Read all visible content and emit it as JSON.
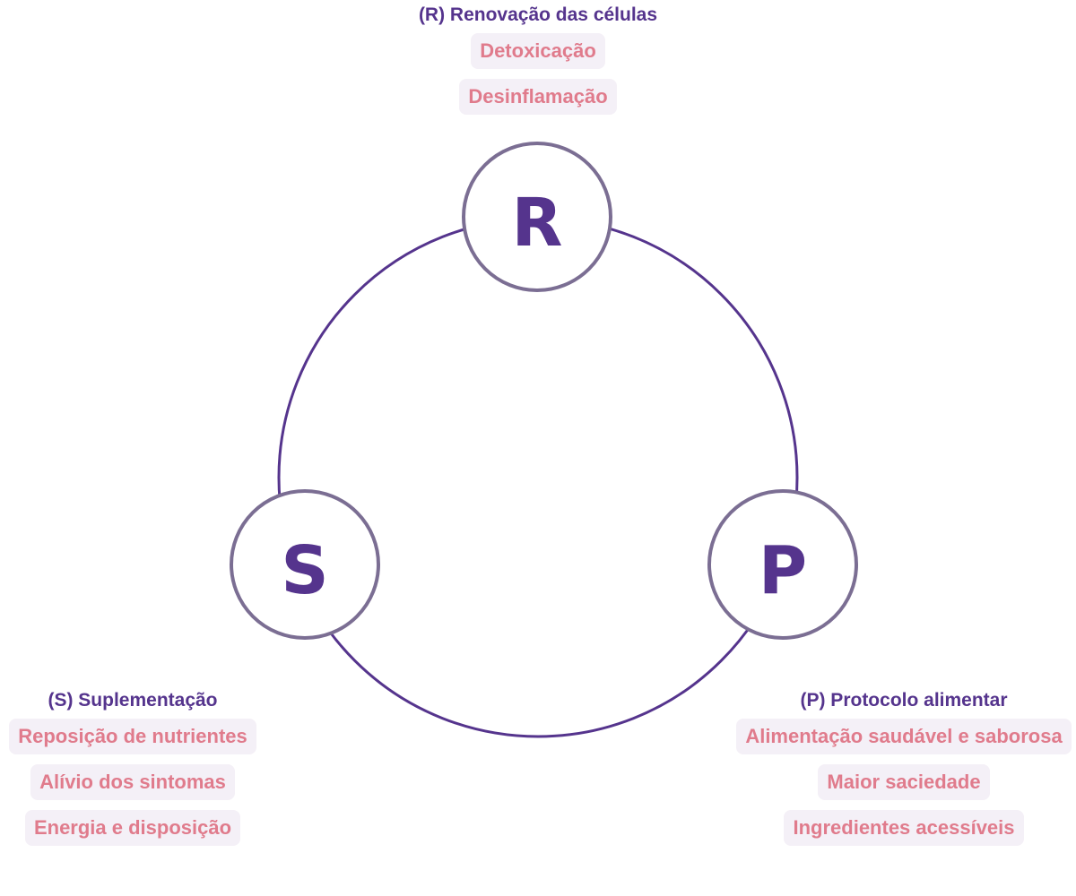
{
  "colors": {
    "primary": "#55348d",
    "node_border": "#7b6e93",
    "tag_text": "#e07b8c",
    "tag_background": "#f4f0f7"
  },
  "nodes": [
    {
      "letter": "R",
      "title": "(R) Renovação das células",
      "items": [
        "Detoxicação",
        "Desinflamação"
      ]
    },
    {
      "letter": "S",
      "title": "(S) Suplementação",
      "items": [
        "Reposição de nutrientes",
        "Alívio dos sintomas",
        "Energia e disposição"
      ]
    },
    {
      "letter": "P",
      "title": "(P) Protocolo alimentar",
      "items": [
        "Alimentação saudável e saborosa",
        "Maior saciedade",
        "Ingredientes acessíveis"
      ]
    }
  ]
}
